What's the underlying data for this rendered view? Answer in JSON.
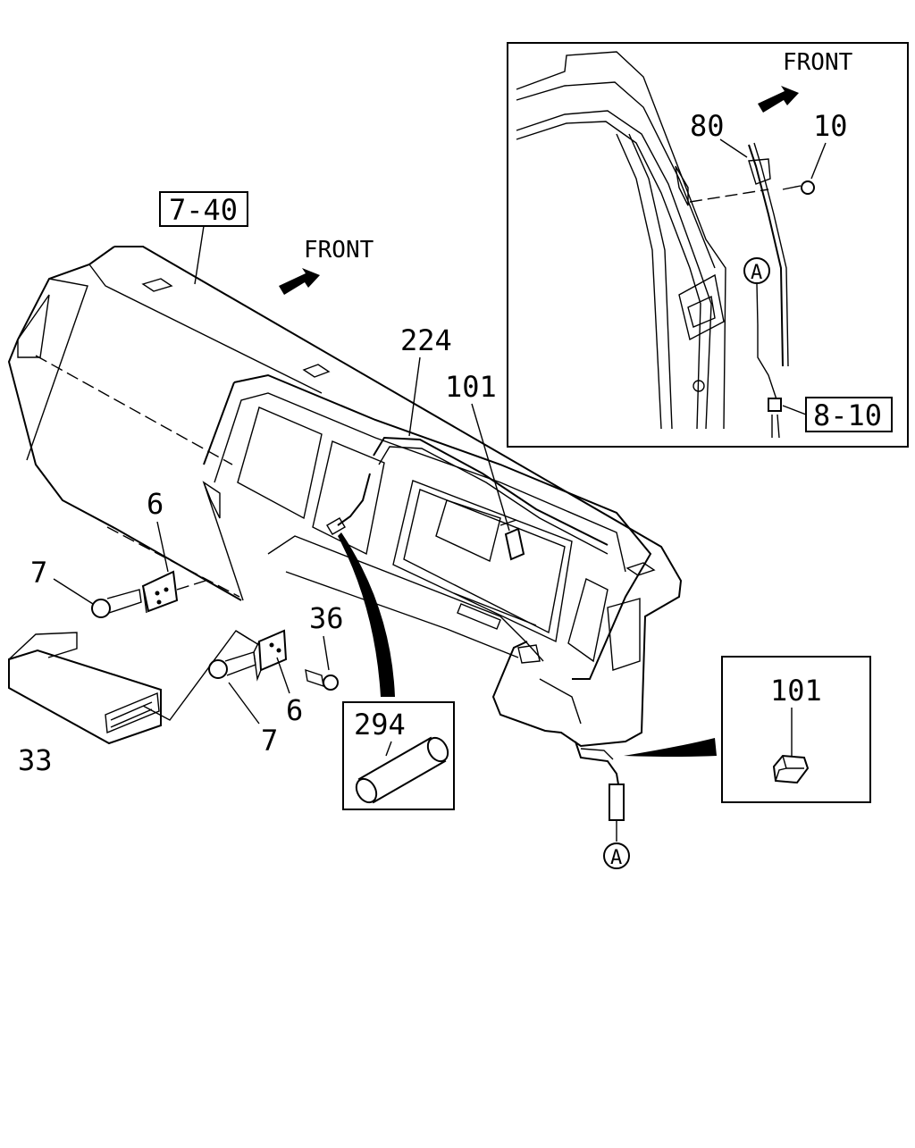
{
  "diagram": {
    "callouts": {
      "ref_7_40": "7-40",
      "part_224": "224",
      "part_101": "101",
      "part_6_left": "6",
      "part_7_left": "7",
      "part_36": "36",
      "part_6_right": "6",
      "part_7_right": "7",
      "part_33": "33",
      "part_294": "294",
      "part_101_detail": "101",
      "marker_a_main": "A"
    },
    "direction_main": "FRONT",
    "inset": {
      "direction": "FRONT",
      "part_80": "80",
      "part_10": "10",
      "marker_a": "A",
      "ref_8_10": "8-10"
    }
  }
}
